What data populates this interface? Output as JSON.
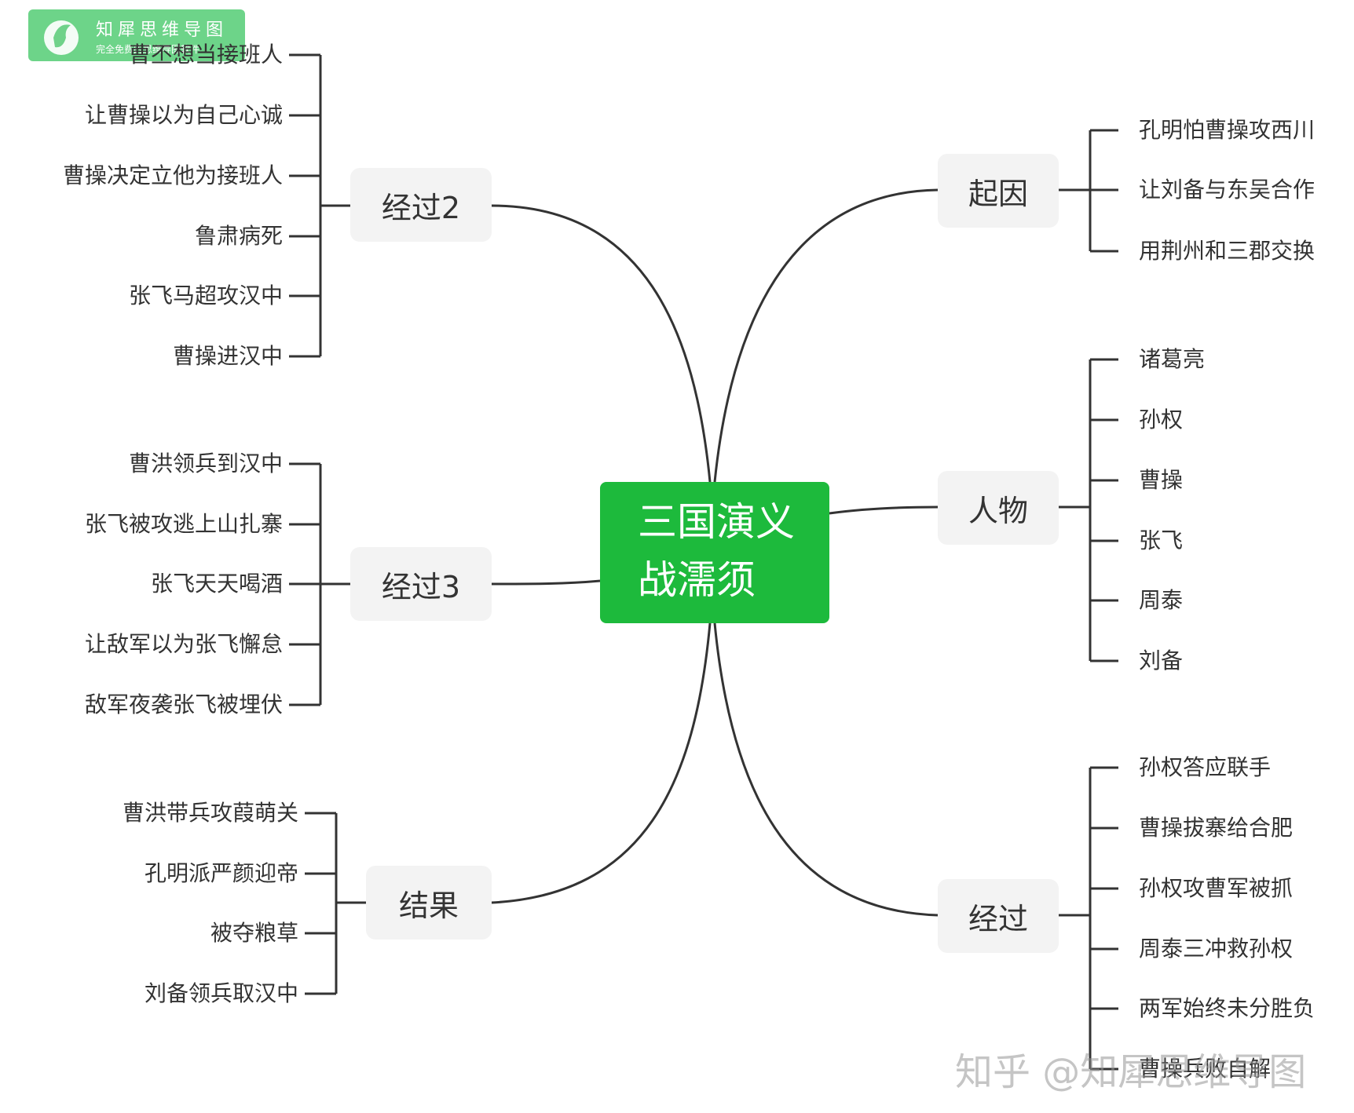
{
  "logo": {
    "title": "知犀思维导图",
    "subtitle": "完全免费的思维导图软件"
  },
  "watermark": "知乎 @知犀思维导图",
  "center": {
    "lines": [
      "三国演义",
      "战濡须"
    ]
  },
  "branches": {
    "qiyin": {
      "label": "起因",
      "children": [
        "孔明怕曹操攻西川",
        "让刘备与东吴合作",
        "用荆州和三郡交换"
      ]
    },
    "renwu": {
      "label": "人物",
      "children": [
        "诸葛亮",
        "孙权",
        "曹操",
        "张飞",
        "周泰",
        "刘备"
      ]
    },
    "jingguo": {
      "label": "经过",
      "children": [
        "孙权答应联手",
        "曹操拔寨给合肥",
        "孙权攻曹军被抓",
        "周泰三冲救孙权",
        "两军始终未分胜负",
        "曹操兵败自解"
      ]
    },
    "jingguo2": {
      "label": "经过2",
      "children": [
        "曹丕想当接班人",
        "让曹操以为自己心诚",
        "曹操决定立他为接班人",
        "鲁肃病死",
        "张飞马超攻汉中",
        "曹操进汉中"
      ]
    },
    "jingguo3": {
      "label": "经过3",
      "children": [
        "曹洪领兵到汉中",
        "张飞被攻逃上山扎寨",
        "张飞天天喝酒",
        "让敌军以为张飞懈怠",
        "敌军夜袭张飞被埋伏"
      ]
    },
    "jieguo": {
      "label": "结果",
      "children": [
        "曹洪带兵攻葭萌关",
        "孔明派严颜迎帝",
        "被夺粮草",
        "刘备领兵取汉中"
      ]
    }
  },
  "colors": {
    "center_fill": "#1dba3c",
    "branch_fill": "#f3f3f3",
    "line": "#333333"
  }
}
